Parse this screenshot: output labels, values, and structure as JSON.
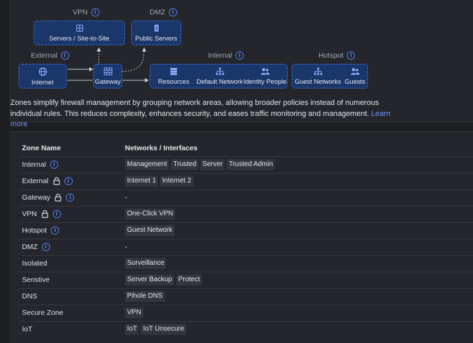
{
  "diagram": {
    "zones": {
      "vpn": "VPN",
      "dmz": "DMZ",
      "external": "External",
      "internal": "Internal",
      "hotspot": "Hotspot"
    },
    "nodes": {
      "vpn_servers": "Servers / Site-to-Site",
      "public_servers": "Public Servers",
      "internet": "Internet",
      "gateway": "Gateway",
      "resources": "Resources",
      "default_network": "Default Network",
      "identity_people": "Identity People",
      "guest_networks": "Guest Networks",
      "guests": "Guests"
    },
    "colors": {
      "accent": "#4d7dff",
      "box_fill": "#1b3669",
      "box_border": "#3d6fd6"
    }
  },
  "description": {
    "text": "Zones simplify firewall management by grouping network areas, allowing broader policies instead of numerous individual rules. This reduces complexity, enhances security, and eases traffic monitoring and management.",
    "link": "Learn more"
  },
  "table": {
    "headers": {
      "zone": "Zone Name",
      "networks": "Networks / Interfaces"
    },
    "rows": [
      {
        "name": "Internal",
        "locked": false,
        "info": true,
        "tags": [
          "Management",
          "Trusted",
          "Server",
          "Trusted Admin"
        ]
      },
      {
        "name": "External",
        "locked": true,
        "info": true,
        "tags": [
          "Internet 1",
          "Internet 2"
        ]
      },
      {
        "name": "Gateway",
        "locked": true,
        "info": true,
        "tags": [],
        "empty": "-"
      },
      {
        "name": "VPN",
        "locked": true,
        "info": true,
        "tags": [
          "One-Click VPN"
        ]
      },
      {
        "name": "Hotspot",
        "locked": false,
        "info": true,
        "tags": [
          "Guest Network"
        ]
      },
      {
        "name": "DMZ",
        "locked": false,
        "info": true,
        "tags": [],
        "empty": "-"
      },
      {
        "name": "Isolated",
        "locked": false,
        "info": false,
        "tags": [
          "Surveillance"
        ]
      },
      {
        "name": "Senstive",
        "locked": false,
        "info": false,
        "tags": [
          "Server Backup",
          "Protect"
        ]
      },
      {
        "name": "DNS",
        "locked": false,
        "info": false,
        "tags": [
          "Pihole DNS"
        ]
      },
      {
        "name": "Secure Zone",
        "locked": false,
        "info": false,
        "tags": [
          "VPN"
        ]
      },
      {
        "name": "IoT",
        "locked": false,
        "info": false,
        "tags": [
          "IoT",
          "IoT Unsecure"
        ]
      }
    ]
  }
}
